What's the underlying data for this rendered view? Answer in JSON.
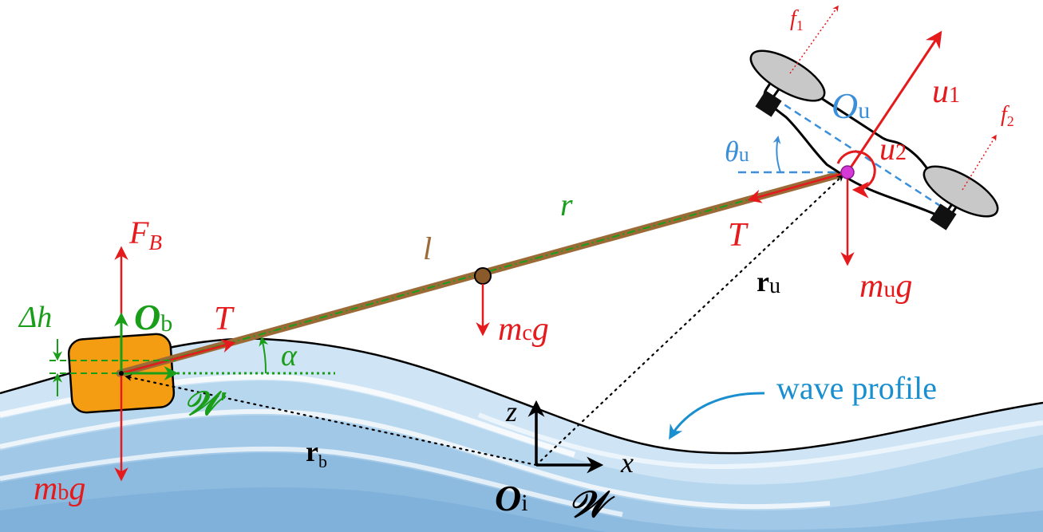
{
  "labels": {
    "force_buoyancy": {
      "main": "F",
      "sub": "B"
    },
    "delta_h": "Δh",
    "boat_origin": {
      "main": "O",
      "sub": "b"
    },
    "tension_left": "T",
    "tension_right": "T",
    "alpha": "α",
    "frame_w_prime": "𝒲′",
    "boat_weight": {
      "main": "m",
      "sub": "b",
      "tail": "g"
    },
    "r_b": {
      "main": "r",
      "sub": "b"
    },
    "cable_length": "l",
    "cable_weight": {
      "main": "m",
      "sub": "c",
      "tail": "g"
    },
    "cable_r": "r",
    "axis_z": "z",
    "axis_x": "x",
    "inertial_origin": {
      "main": "O",
      "sub": "i"
    },
    "frame_w": "𝒲",
    "r_u": {
      "main": "r",
      "sub": "u"
    },
    "uav_origin": {
      "main": "O",
      "sub": "u"
    },
    "u1": {
      "main": "u",
      "sub": "1"
    },
    "u2": {
      "main": "u",
      "sub": "2"
    },
    "f1": {
      "main": "f",
      "sub": "1"
    },
    "f2": {
      "main": "f",
      "sub": "2"
    },
    "theta_u": {
      "main": "θ",
      "sub": "u"
    },
    "uav_weight": {
      "main": "m",
      "sub": "u",
      "tail": "g"
    },
    "wave_profile": "wave profile"
  },
  "colors": {
    "force_red": "#e41a1c",
    "frame_green": "#1a9e1a",
    "uav_blue": "#3b8fd9",
    "cable_brown": "#9b6a36",
    "boat_orange": "#f59d12",
    "water_light": "#cfe5f5",
    "water_dark": "#84b6dc",
    "annotation_blue": "#1a8fcf",
    "black": "#000000"
  }
}
